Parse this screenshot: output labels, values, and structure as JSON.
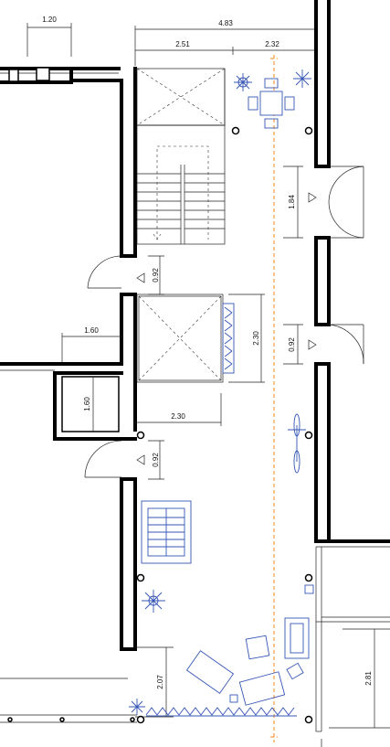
{
  "dimensions": {
    "top_left_width": "1.20",
    "top_total": "4.83",
    "top_segment_left": "2.51",
    "top_segment_right": "2.32",
    "right_door_width": "1.84",
    "left_door_upper": "0.92",
    "corridor_width_mid": "1.60",
    "lift_height": "2.30",
    "right_door_lower": "0.92",
    "small_room_height": "1.60",
    "lift_lower_width": "2.30",
    "left_door_lower": "0.92",
    "bottom_left_height": "2.07",
    "bottom_right_height": "2.81"
  },
  "colors": {
    "walls": "#000000",
    "furniture": "#3555b5",
    "axis_line": "#f08a1a"
  },
  "symbols": {
    "door_marker": "triangle-marker",
    "column_marker": "circle-marker"
  }
}
